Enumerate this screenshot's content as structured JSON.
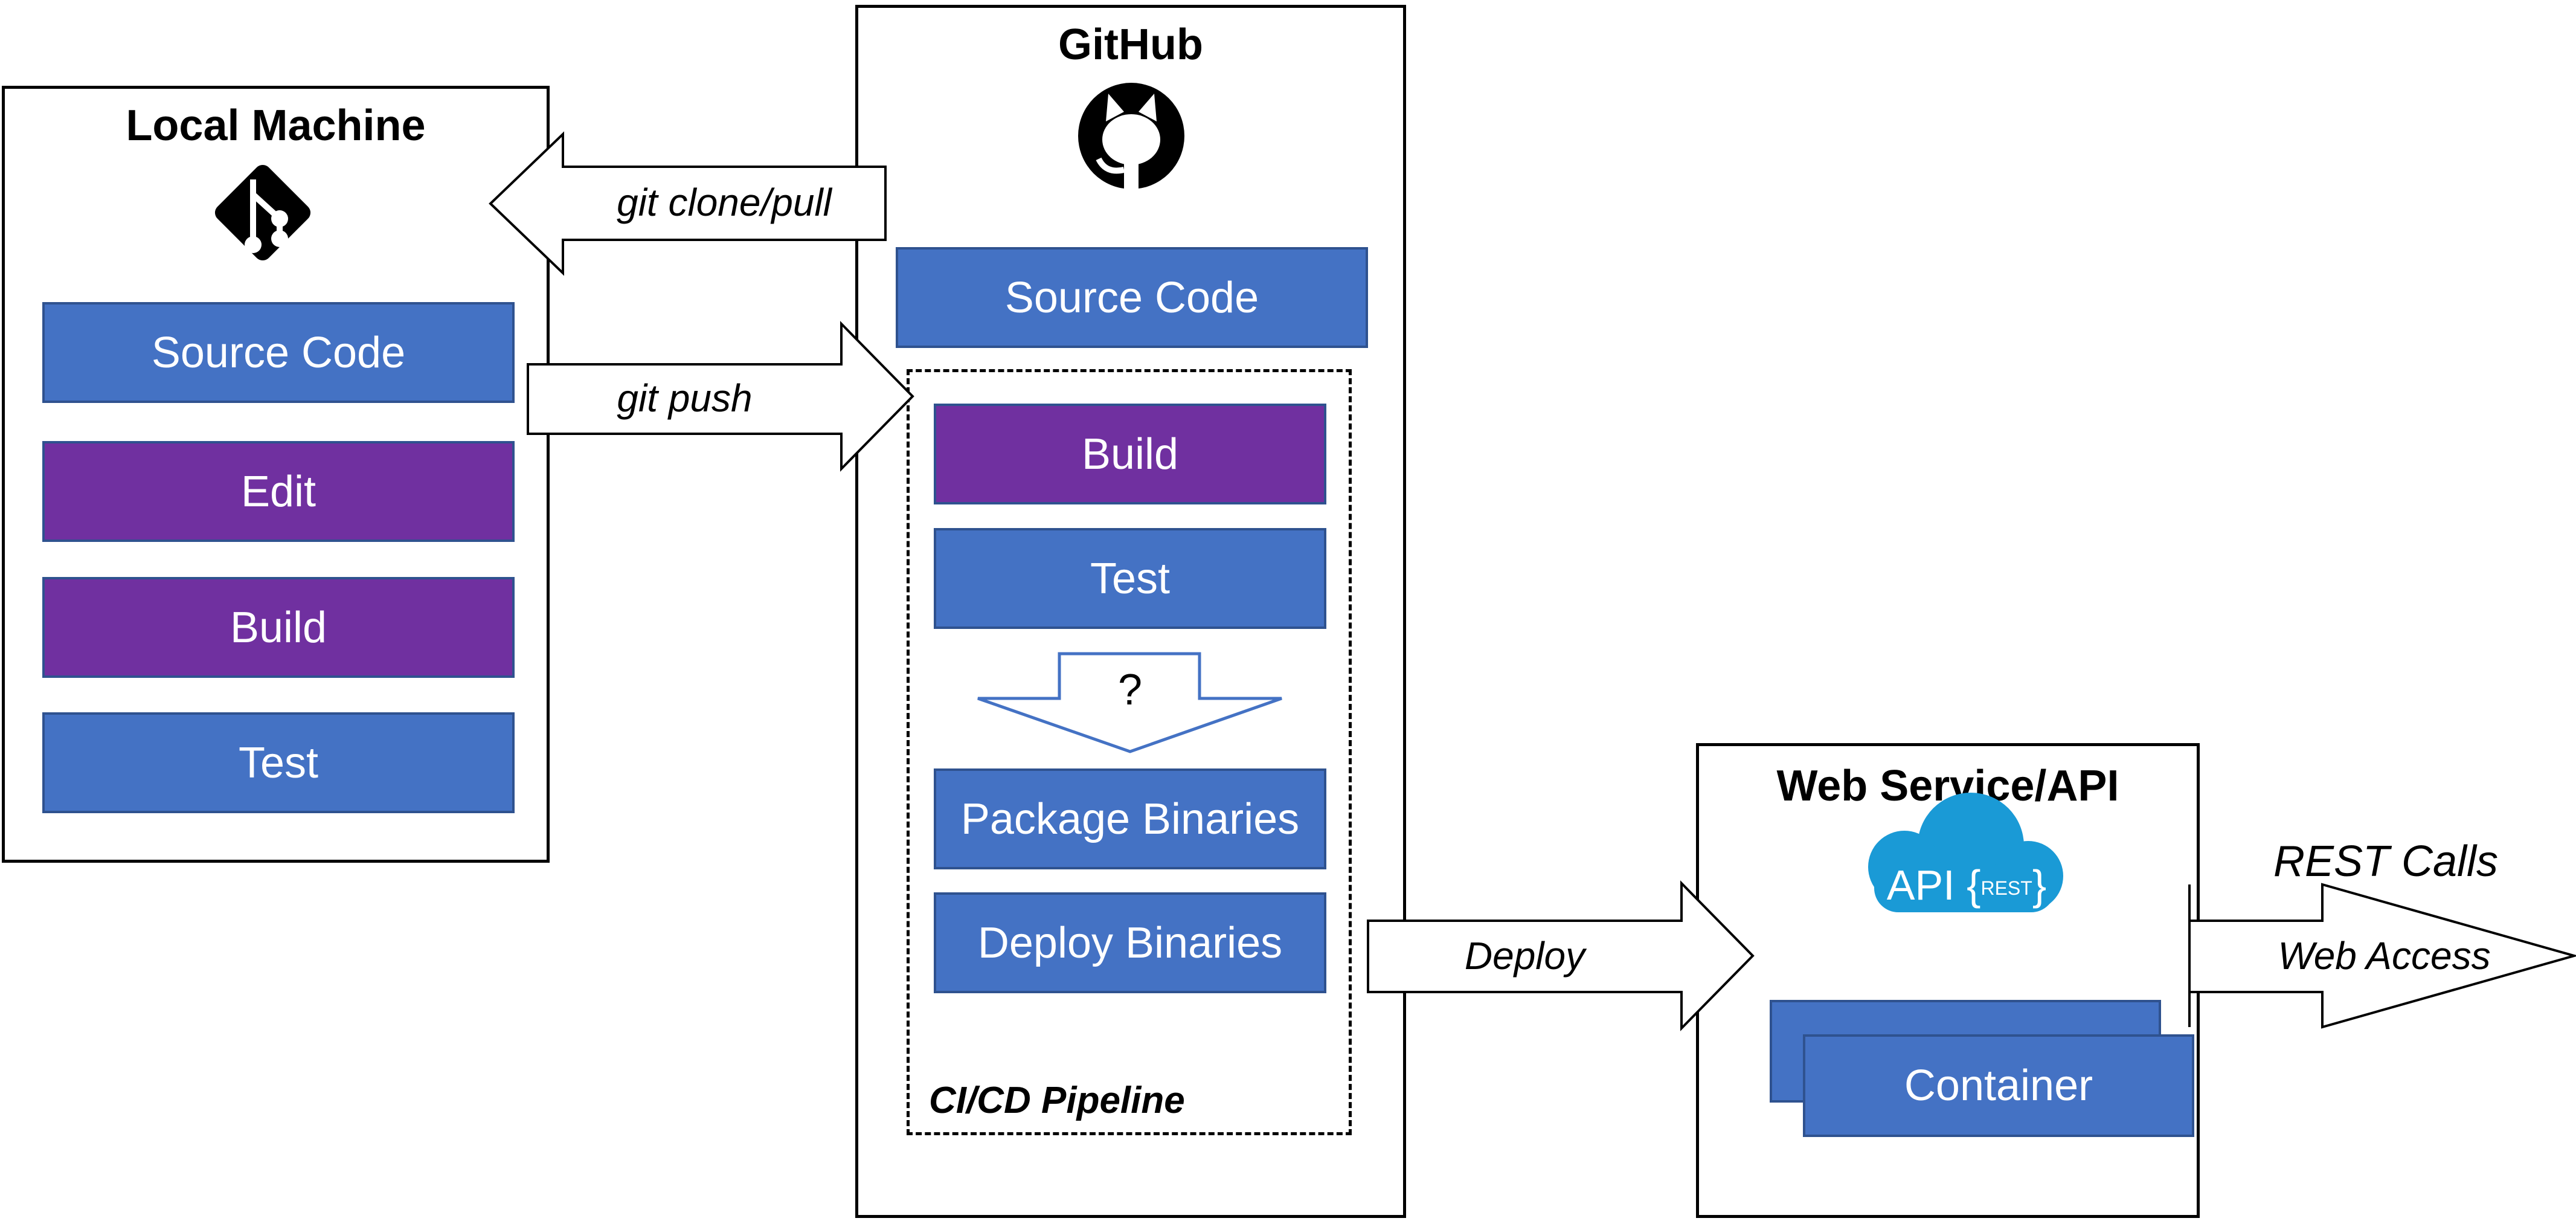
{
  "local": {
    "title": "Local Machine",
    "icon": "git-icon",
    "items": [
      "Source Code",
      "Edit",
      "Build",
      "Test"
    ]
  },
  "github": {
    "title": "GitHub",
    "icon": "github-icon",
    "source": "Source Code",
    "pipeline": {
      "label": "CI/CD Pipeline",
      "steps": [
        "Build",
        "Test",
        "Package Binaries",
        "Deploy Binaries"
      ],
      "question": "?"
    }
  },
  "web": {
    "title": "Web Service/API",
    "api_icon": "api-rest-cloud-icon",
    "api_text": "API",
    "rest_text": "REST",
    "container": "Container"
  },
  "arrows": {
    "clone": "git clone/pull",
    "push": "git push",
    "deploy": "Deploy",
    "rest_calls": "REST Calls",
    "web_access": "Web Access"
  },
  "colors": {
    "blue": "#4472c4",
    "purple": "#7030a0",
    "border_blue": "#2f528f",
    "cloud": "#1a9ad6"
  }
}
